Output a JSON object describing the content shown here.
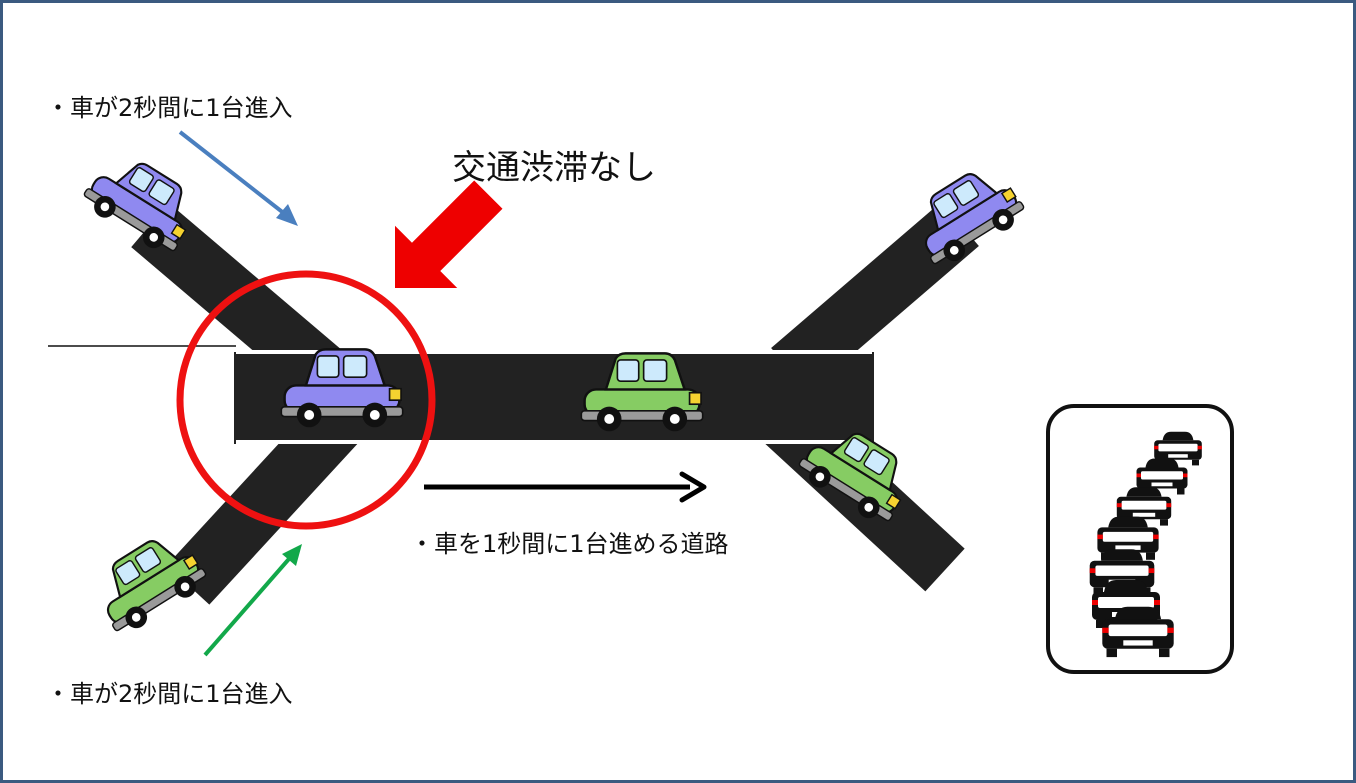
{
  "labels": {
    "left_top": "・車が2秒間に1台進入",
    "left_bottom": "・車が2秒間に1台進入",
    "main_road": "・車を1秒間に1台進める道路",
    "headline": "交通渋滞なし"
  },
  "colors": {
    "frame": "#3b5a80",
    "road": "#222222",
    "highlight_circle": "#ee1111",
    "highlight_arrow": "#ee0000",
    "arrow_top": "#4a7fbf",
    "arrow_bottom": "#12a84a",
    "arrow_main": "#000000",
    "car_blue": "#8f89f0",
    "car_green": "#86cc63"
  },
  "icons": {
    "car_blue": "car-blue-icon",
    "car_green": "car-green-icon",
    "traffic_jam": "traffic-jam-icon"
  }
}
